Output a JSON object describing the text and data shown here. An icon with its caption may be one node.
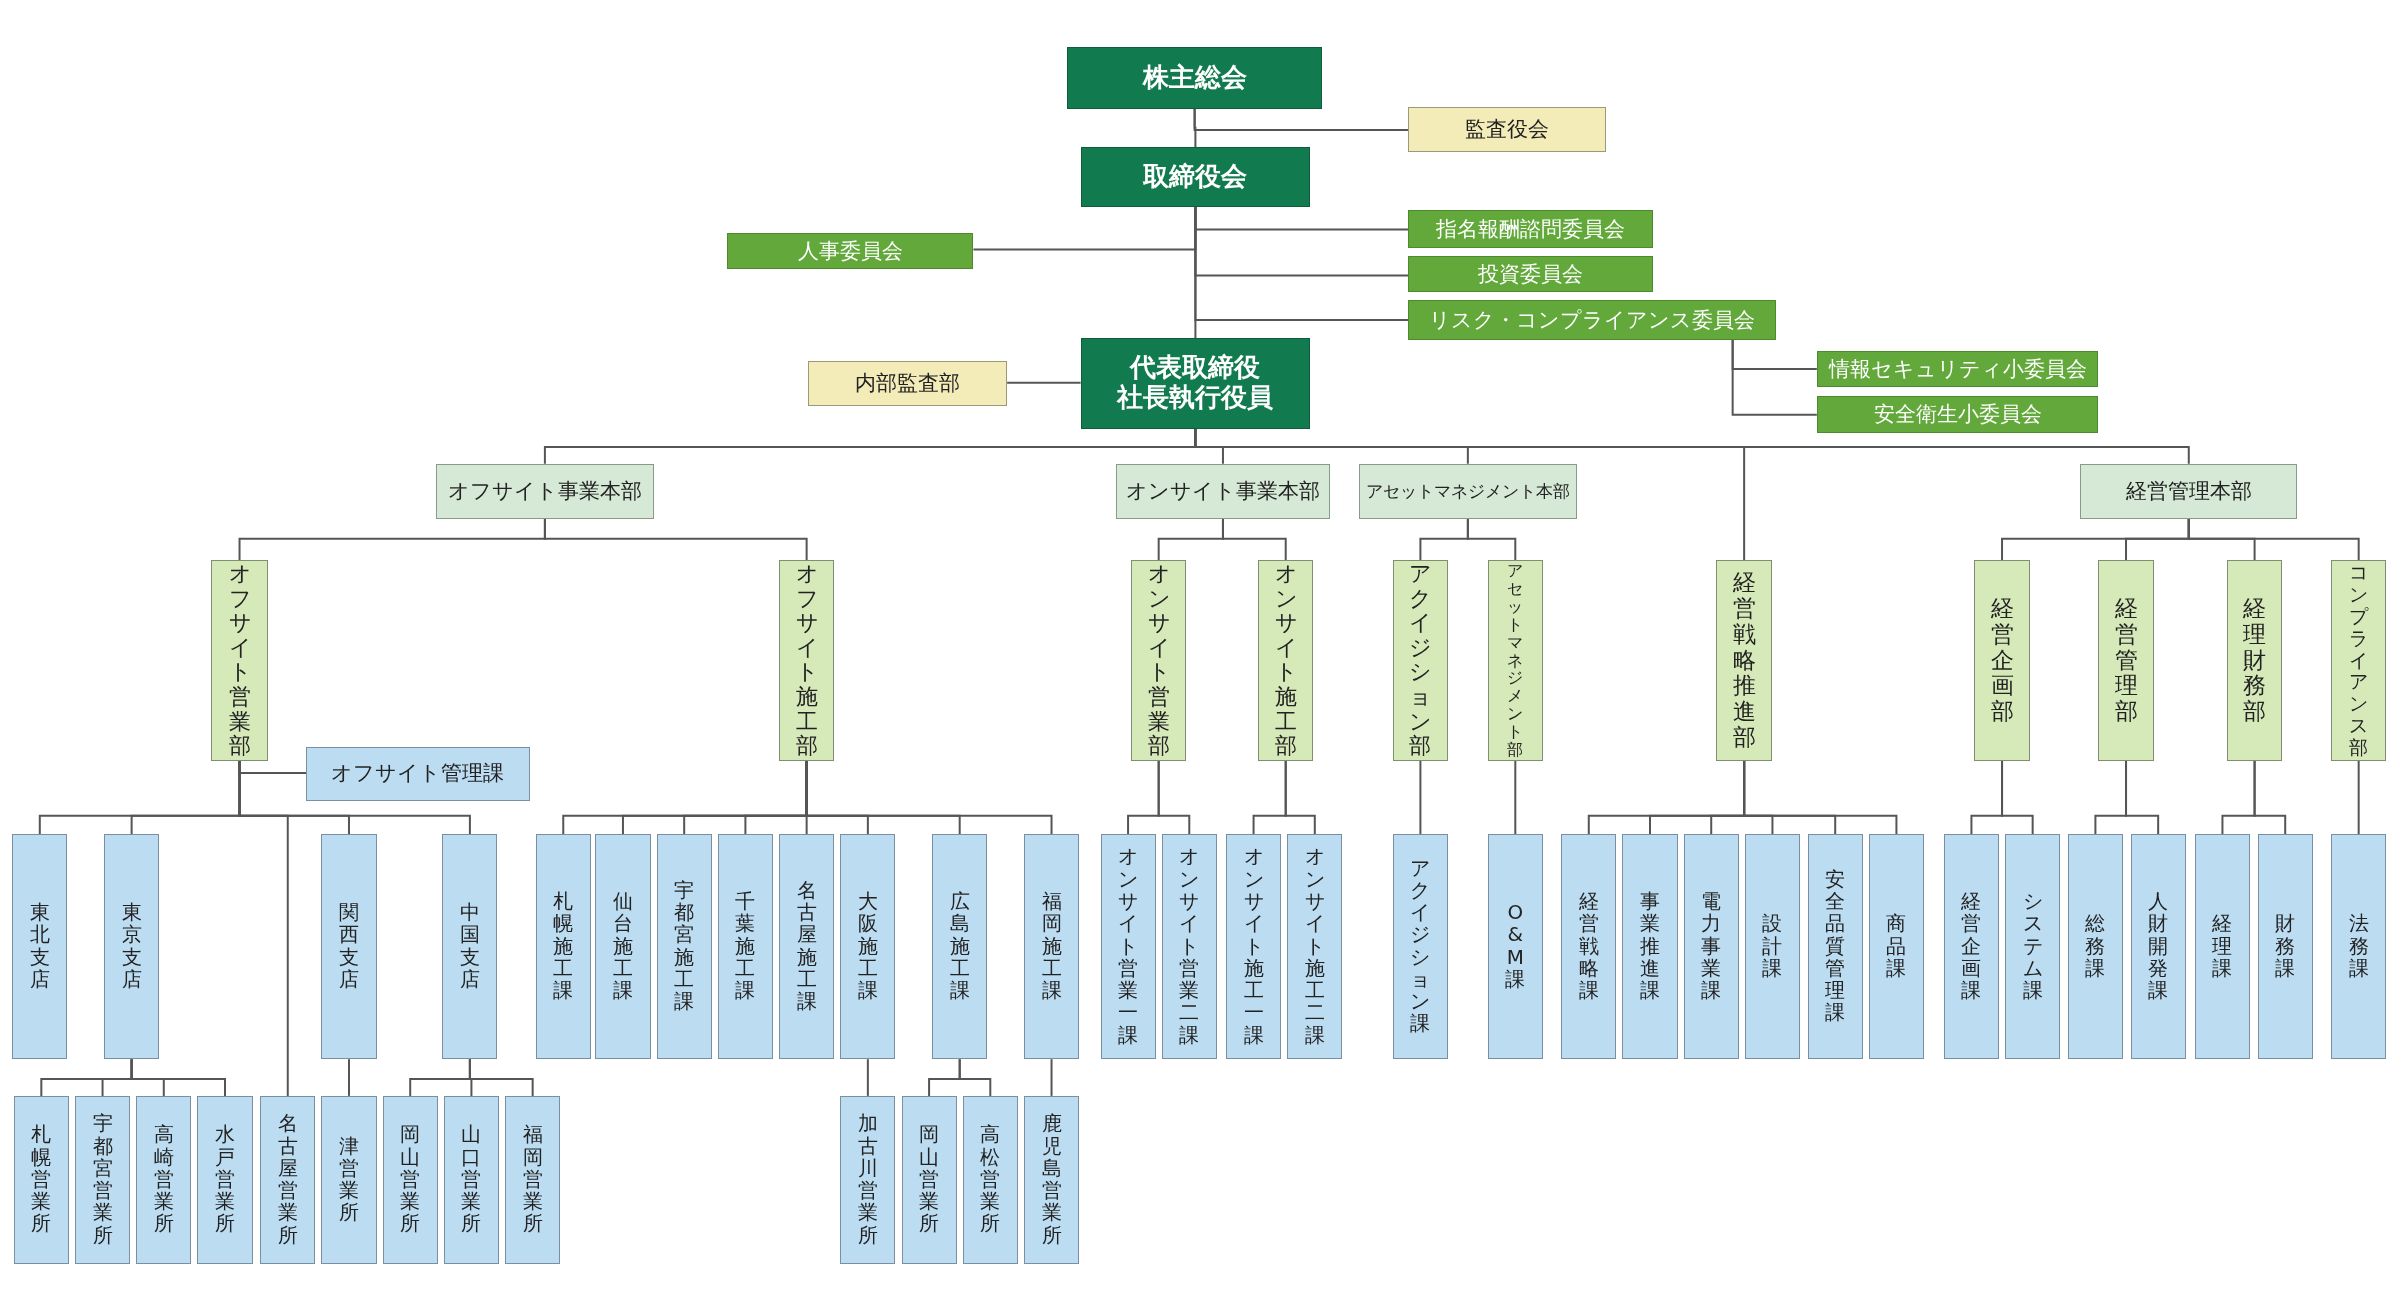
{
  "diagram": {
    "nodes": [
      {
        "text": [
          "株主総会"
        ]
      },
      {
        "text": [
          "監査役会"
        ]
      },
      {
        "text": [
          "取締役会"
        ]
      },
      {
        "text": [
          "人事委員会"
        ]
      },
      {
        "text": [
          "指名報酬諮問委員会"
        ]
      },
      {
        "text": [
          "投資委員会"
        ]
      },
      {
        "text": [
          "リスク・コンプライアンス委員会"
        ]
      },
      {
        "text": [
          "代表取締役",
          "社長執行役員"
        ]
      },
      {
        "text": [
          "内部監査部"
        ]
      },
      {
        "text": [
          "情報セキュリティ小委員会"
        ]
      },
      {
        "text": [
          "安全衛生小委員会"
        ]
      },
      {
        "text": [
          "オフサイト事業本部"
        ]
      },
      {
        "text": [
          "オンサイト事業本部"
        ]
      },
      {
        "text": [
          "アセットマネジメント本部"
        ]
      },
      {
        "text": [
          "経営管理本部"
        ]
      },
      {
        "text": [
          "オフサイト営業部"
        ]
      },
      {
        "text": [
          "オフサイト施工部"
        ]
      },
      {
        "text": [
          "オンサイト営業部"
        ]
      },
      {
        "text": [
          "オンサイト施工部"
        ]
      },
      {
        "text": [
          "アクイジション部"
        ]
      },
      {
        "text": [
          "アセットマネジメント部"
        ]
      },
      {
        "text": [
          "経営戦略推進部"
        ]
      },
      {
        "text": [
          "経営企画部"
        ]
      },
      {
        "text": [
          "経営管理部"
        ]
      },
      {
        "text": [
          "経理財務部"
        ]
      },
      {
        "text": [
          "コンプライアンス部"
        ]
      },
      {
        "text": [
          "オフサイト管理課"
        ]
      },
      {
        "text": [
          "東北支店"
        ]
      },
      {
        "text": [
          "東京支店"
        ]
      },
      {
        "text": [
          "関西支店"
        ]
      },
      {
        "text": [
          "中国支店"
        ]
      },
      {
        "text": [
          "札幌施工課"
        ]
      },
      {
        "text": [
          "仙台施工課"
        ]
      },
      {
        "text": [
          "宇都宮施工課"
        ]
      },
      {
        "text": [
          "千葉施工課"
        ]
      },
      {
        "text": [
          "名古屋施工課"
        ]
      },
      {
        "text": [
          "大阪施工課"
        ]
      },
      {
        "text": [
          "広島施工課"
        ]
      },
      {
        "text": [
          "福岡施工課"
        ]
      },
      {
        "text": [
          "オンサイト営業一課"
        ]
      },
      {
        "text": [
          "オンサイト営業二課"
        ]
      },
      {
        "text": [
          "オンサイト施工一課"
        ]
      },
      {
        "text": [
          "オンサイト施工二課"
        ]
      },
      {
        "text": [
          "アクイジション課"
        ]
      },
      {
        "text": [
          "O&M課"
        ]
      },
      {
        "text": [
          "経営戦略課"
        ]
      },
      {
        "text": [
          "事業推進課"
        ]
      },
      {
        "text": [
          "電力事業課"
        ]
      },
      {
        "text": [
          "設計課"
        ]
      },
      {
        "text": [
          "安全品質管理課"
        ]
      },
      {
        "text": [
          "商品課"
        ]
      },
      {
        "text": [
          "経営企画課"
        ]
      },
      {
        "text": [
          "システム課"
        ]
      },
      {
        "text": [
          "総務課"
        ]
      },
      {
        "text": [
          "人財開発課"
        ]
      },
      {
        "text": [
          "経理課"
        ]
      },
      {
        "text": [
          "財務課"
        ]
      },
      {
        "text": [
          "法務課"
        ]
      },
      {
        "text": [
          "札幌営業所"
        ]
      },
      {
        "text": [
          "宇都宮営業所"
        ]
      },
      {
        "text": [
          "高崎営業所"
        ]
      },
      {
        "text": [
          "水戸営業所"
        ]
      },
      {
        "text": [
          "名古屋営業所"
        ]
      },
      {
        "text": [
          "津営業所"
        ]
      },
      {
        "text": [
          "岡山営業所"
        ]
      },
      {
        "text": [
          "山口営業所"
        ]
      },
      {
        "text": [
          "福岡営業所"
        ]
      },
      {
        "text": [
          "加古川営業所"
        ]
      },
      {
        "text": [
          "岡山営業所"
        ]
      },
      {
        "text": [
          "高松営業所"
        ]
      },
      {
        "text": [
          "鹿児島営業所"
        ]
      }
    ],
    "edges": [
      {
        "from": 0,
        "to": 1,
        "arrow": "none"
      },
      {
        "from": 0,
        "to": 2,
        "arrow": "none"
      },
      {
        "from": 2,
        "to": 4,
        "arrow": "none"
      },
      {
        "from": 2,
        "to": 3,
        "arrow": "none"
      },
      {
        "from": 2,
        "to": 5,
        "arrow": "none"
      },
      {
        "from": 2,
        "to": 6,
        "arrow": "none"
      },
      {
        "from": 2,
        "to": 7,
        "arrow": "none"
      },
      {
        "from": 7,
        "to": 8,
        "arrow": "none"
      },
      {
        "from": 6,
        "to": 9,
        "arrow": "none"
      },
      {
        "from": 6,
        "to": 10,
        "arrow": "none"
      },
      {
        "from": 7,
        "to": 11,
        "arrow": "none"
      },
      {
        "from": 7,
        "to": 12,
        "arrow": "none"
      },
      {
        "from": 7,
        "to": 13,
        "arrow": "none"
      },
      {
        "from": 7,
        "to": 21,
        "arrow": "none"
      },
      {
        "from": 7,
        "to": 14,
        "arrow": "none"
      },
      {
        "from": 11,
        "to": 15,
        "arrow": "none"
      },
      {
        "from": 11,
        "to": 16,
        "arrow": "none"
      },
      {
        "from": 12,
        "to": 17,
        "arrow": "none"
      },
      {
        "from": 12,
        "to": 18,
        "arrow": "none"
      },
      {
        "from": 13,
        "to": 19,
        "arrow": "none"
      },
      {
        "from": 13,
        "to": 20,
        "arrow": "none"
      },
      {
        "from": 14,
        "to": 22,
        "arrow": "none"
      },
      {
        "from": 14,
        "to": 23,
        "arrow": "none"
      },
      {
        "from": 14,
        "to": 24,
        "arrow": "none"
      },
      {
        "from": 14,
        "to": 25,
        "arrow": "none"
      },
      {
        "from": 15,
        "to": 26,
        "arrow": "none"
      },
      {
        "from": 15,
        "to": 27,
        "arrow": "none"
      },
      {
        "from": 15,
        "to": 28,
        "arrow": "none"
      },
      {
        "from": 15,
        "to": 62,
        "arrow": "none"
      },
      {
        "from": 15,
        "to": 29,
        "arrow": "none"
      },
      {
        "from": 15,
        "to": 30,
        "arrow": "none"
      },
      {
        "from": 16,
        "to": 31,
        "arrow": "none"
      },
      {
        "from": 16,
        "to": 32,
        "arrow": "none"
      },
      {
        "from": 16,
        "to": 33,
        "arrow": "none"
      },
      {
        "from": 16,
        "to": 34,
        "arrow": "none"
      },
      {
        "from": 16,
        "to": 35,
        "arrow": "none"
      },
      {
        "from": 16,
        "to": 36,
        "arrow": "none"
      },
      {
        "from": 16,
        "to": 37,
        "arrow": "none"
      },
      {
        "from": 16,
        "to": 38,
        "arrow": "none"
      },
      {
        "from": 17,
        "to": 39,
        "arrow": "none"
      },
      {
        "from": 17,
        "to": 40,
        "arrow": "none"
      },
      {
        "from": 18,
        "to": 41,
        "arrow": "none"
      },
      {
        "from": 18,
        "to": 42,
        "arrow": "none"
      },
      {
        "from": 19,
        "to": 43,
        "arrow": "none"
      },
      {
        "from": 20,
        "to": 44,
        "arrow": "none"
      },
      {
        "from": 21,
        "to": 45,
        "arrow": "none"
      },
      {
        "from": 21,
        "to": 46,
        "arrow": "none"
      },
      {
        "from": 21,
        "to": 47,
        "arrow": "none"
      },
      {
        "from": 21,
        "to": 48,
        "arrow": "none"
      },
      {
        "from": 21,
        "to": 49,
        "arrow": "none"
      },
      {
        "from": 21,
        "to": 50,
        "arrow": "none"
      },
      {
        "from": 22,
        "to": 51,
        "arrow": "none"
      },
      {
        "from": 22,
        "to": 52,
        "arrow": "none"
      },
      {
        "from": 23,
        "to": 53,
        "arrow": "none"
      },
      {
        "from": 23,
        "to": 54,
        "arrow": "none"
      },
      {
        "from": 24,
        "to": 55,
        "arrow": "none"
      },
      {
        "from": 24,
        "to": 56,
        "arrow": "none"
      },
      {
        "from": 25,
        "to": 57,
        "arrow": "none"
      },
      {
        "from": 28,
        "to": 58,
        "arrow": "none"
      },
      {
        "from": 28,
        "to": 59,
        "arrow": "none"
      },
      {
        "from": 28,
        "to": 60,
        "arrow": "none"
      },
      {
        "from": 28,
        "to": 61,
        "arrow": "none"
      },
      {
        "from": 29,
        "to": 63,
        "arrow": "none"
      },
      {
        "from": 30,
        "to": 64,
        "arrow": "none"
      },
      {
        "from": 30,
        "to": 65,
        "arrow": "none"
      },
      {
        "from": 30,
        "to": 66,
        "arrow": "none"
      },
      {
        "from": 36,
        "to": 67,
        "arrow": "none"
      },
      {
        "from": 37,
        "to": 68,
        "arrow": "none"
      },
      {
        "from": 37,
        "to": 69,
        "arrow": "none"
      },
      {
        "from": 38,
        "to": 70,
        "arrow": "none"
      }
    ]
  }
}
